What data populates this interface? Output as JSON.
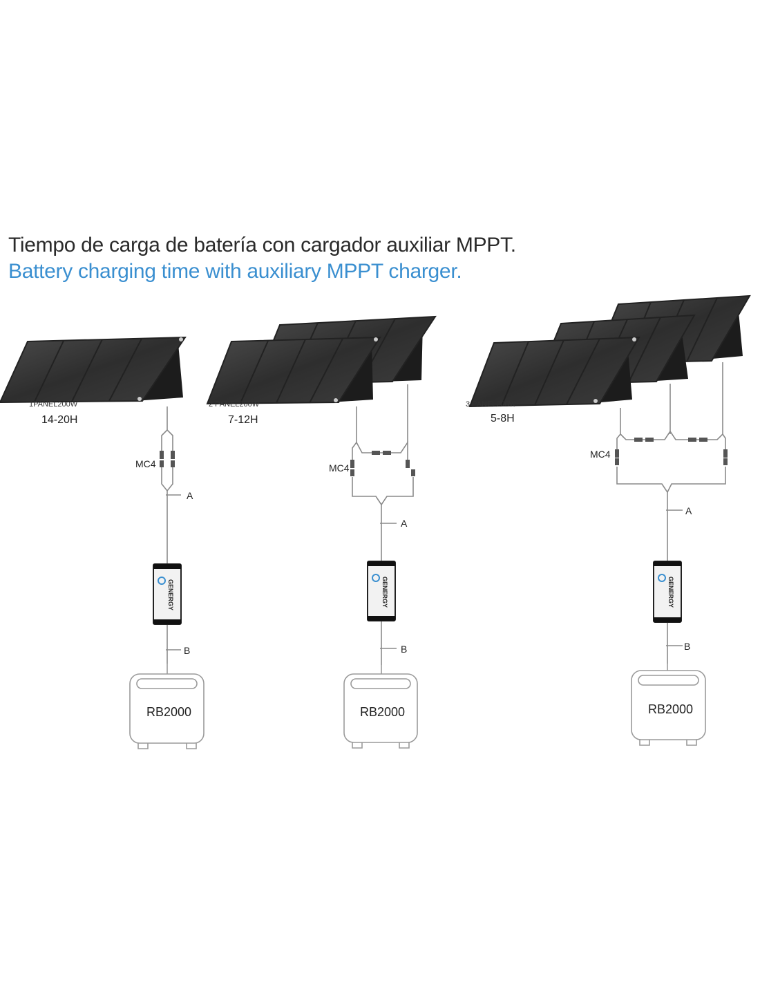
{
  "titles": {
    "spanish": "Tiempo de carga de batería con cargador auxiliar MPPT.",
    "english": "Battery charging time with auxiliary MPPT charger."
  },
  "connector_label": "MC4",
  "cable_labels": {
    "a": "A",
    "b": "B"
  },
  "battery_model": "RB2000",
  "charger_brand": "GENERGY",
  "configurations": [
    {
      "panel_label": "1PANEL200W",
      "charge_time": "14-20H"
    },
    {
      "panel_label": "2 PANEL200W",
      "charge_time": "7-12H"
    },
    {
      "panel_label": "3 PANEL200W",
      "charge_time": "5-8H"
    }
  ],
  "colors": {
    "title_primary": "#2a2a2a",
    "title_secondary": "#3a8fd0",
    "panel": "#3b3b3b",
    "charger_accent": "#3a8fd0"
  }
}
